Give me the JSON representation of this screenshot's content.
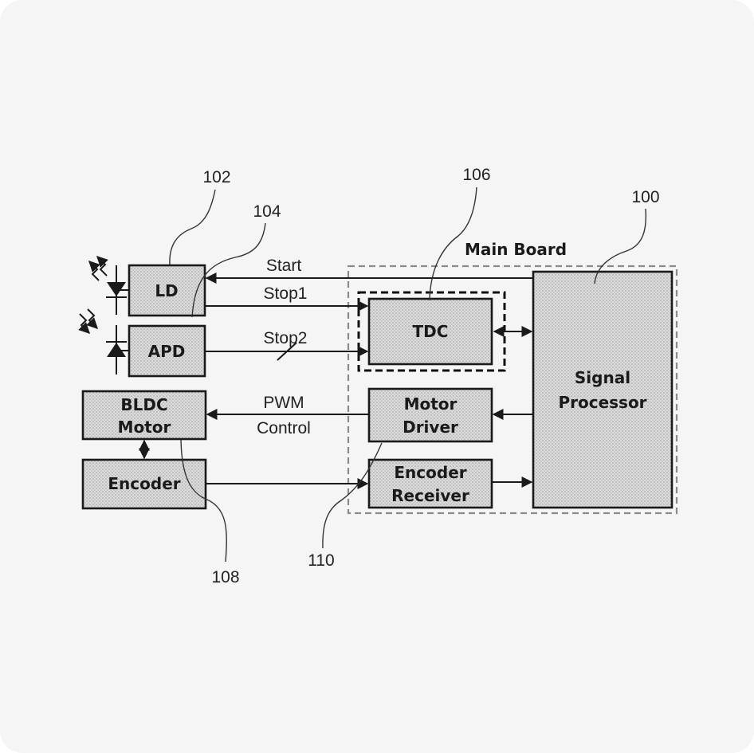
{
  "diagram": {
    "board_title": "Main Board",
    "blocks": {
      "ld": "LD",
      "apd": "APD",
      "bldc_line1": "BLDC",
      "bldc_line2": "Motor",
      "encoder": "Encoder",
      "tdc": "TDC",
      "motor_driver_line1": "Motor",
      "motor_driver_line2": "Driver",
      "encoder_receiver_line1": "Encoder",
      "encoder_receiver_line2": "Receiver",
      "signal_processor_line1": "Signal",
      "signal_processor_line2": "Processor"
    },
    "signals": {
      "start": "Start",
      "stop1": "Stop1",
      "stop2": "Stop2",
      "pwm": "PWM",
      "control": "Control"
    },
    "references": {
      "r100": "100",
      "r102": "102",
      "r104": "104",
      "r106": "106",
      "r108": "108",
      "r110": "110"
    }
  }
}
